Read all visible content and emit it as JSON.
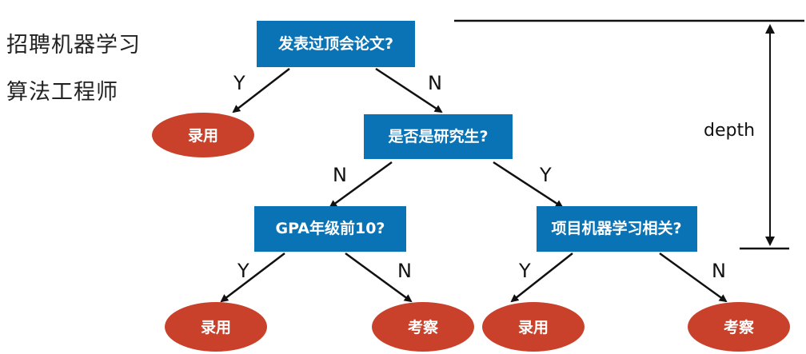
{
  "title": {
    "line1": "招聘机器学习",
    "line2": "算法工程师"
  },
  "colors": {
    "decision_fill": "#0a73b5",
    "leaf_fill": "#c9412a",
    "line": "#111111"
  },
  "nodes": {
    "root": "发表过顶会论文?",
    "grad": "是否是研究生?",
    "gpa": "GPA年级前10?",
    "project": "项目机器学习相关?",
    "leaf_hire_1": "录用",
    "leaf_hire_2": "录用",
    "leaf_observe_1": "考察",
    "leaf_hire_3": "录用",
    "leaf_observe_2": "考察"
  },
  "edges": {
    "root_yes": "Y",
    "root_no": "N",
    "grad_no": "N",
    "grad_yes": "Y",
    "gpa_yes": "Y",
    "gpa_no": "N",
    "project_yes": "Y",
    "project_no": "N"
  },
  "depth_label": "depth"
}
